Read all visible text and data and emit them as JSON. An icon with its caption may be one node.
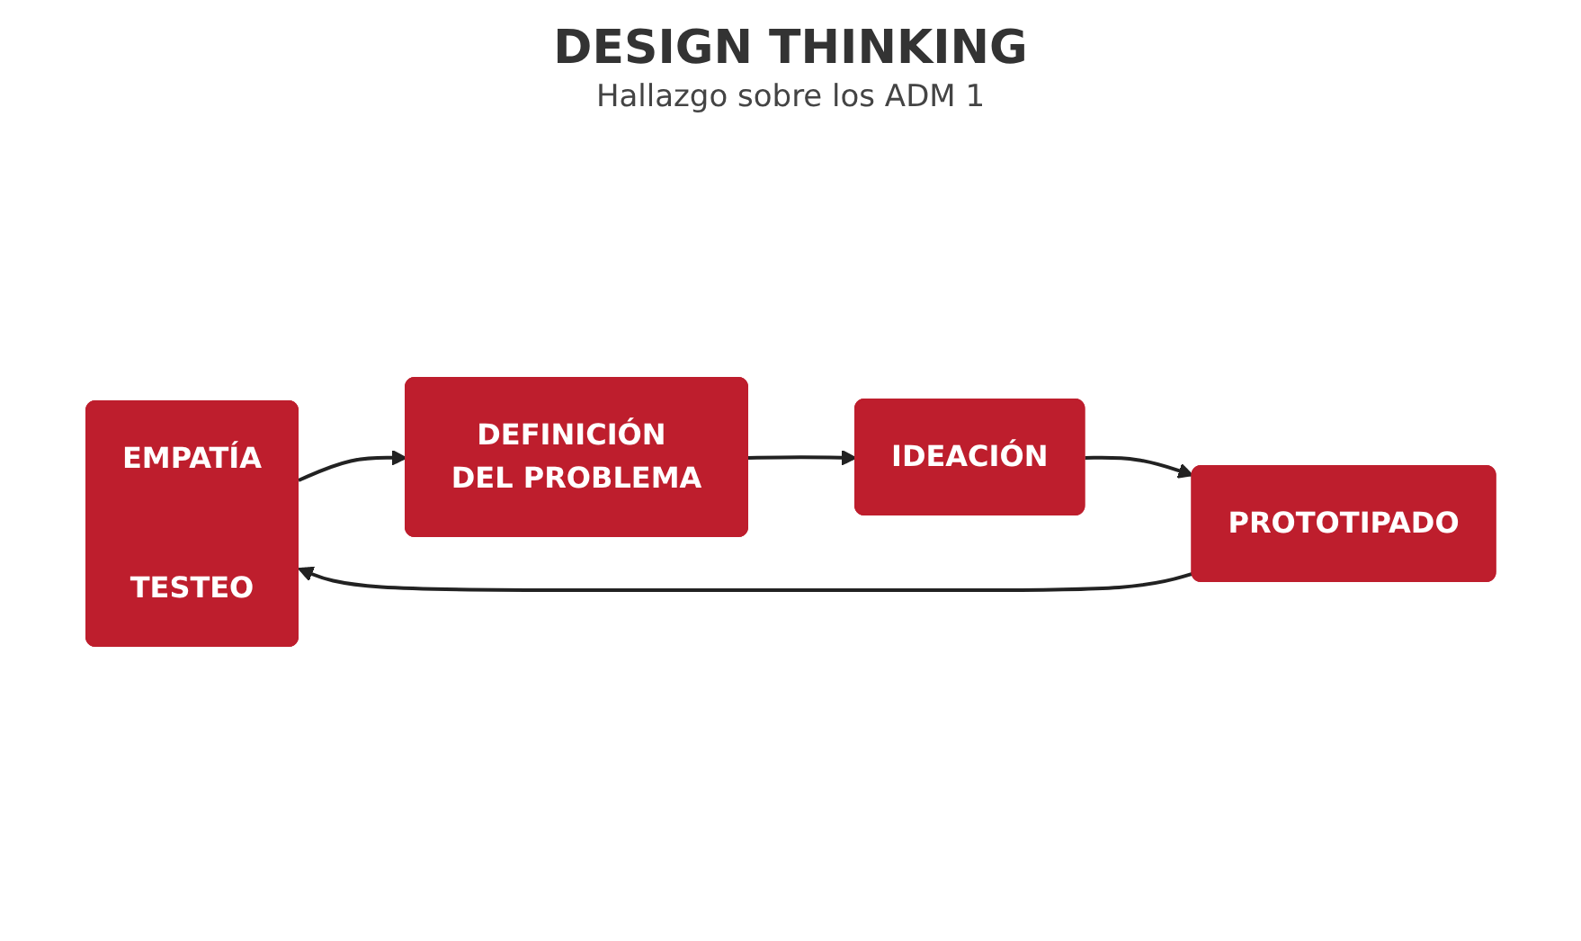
{
  "diagram": {
    "title": "DESIGN THINKING",
    "nodes": [
      {
        "text": [
          "EMPATÍA",
          "TESTEO"
        ]
      },
      {
        "text": [
          "DEFINICIÓN DEL PROBLEMA"
        ]
      },
      {
        "text": [
          "IDEACIÓN"
        ]
      },
      {
        "text": [
          "PROTOTIPADO"
        ]
      }
    ],
    "edges": [
      {
        "from": 0,
        "to": 1,
        "arrow": "to"
      },
      {
        "from": 1,
        "to": 2,
        "arrow": "to"
      },
      {
        "from": 2,
        "to": 3,
        "arrow": "to"
      },
      {
        "from": 3,
        "to": 0,
        "arrow": "to"
      }
    ],
    "labels": [
      "Hallazgo sobre los ADM 1"
    ]
  }
}
